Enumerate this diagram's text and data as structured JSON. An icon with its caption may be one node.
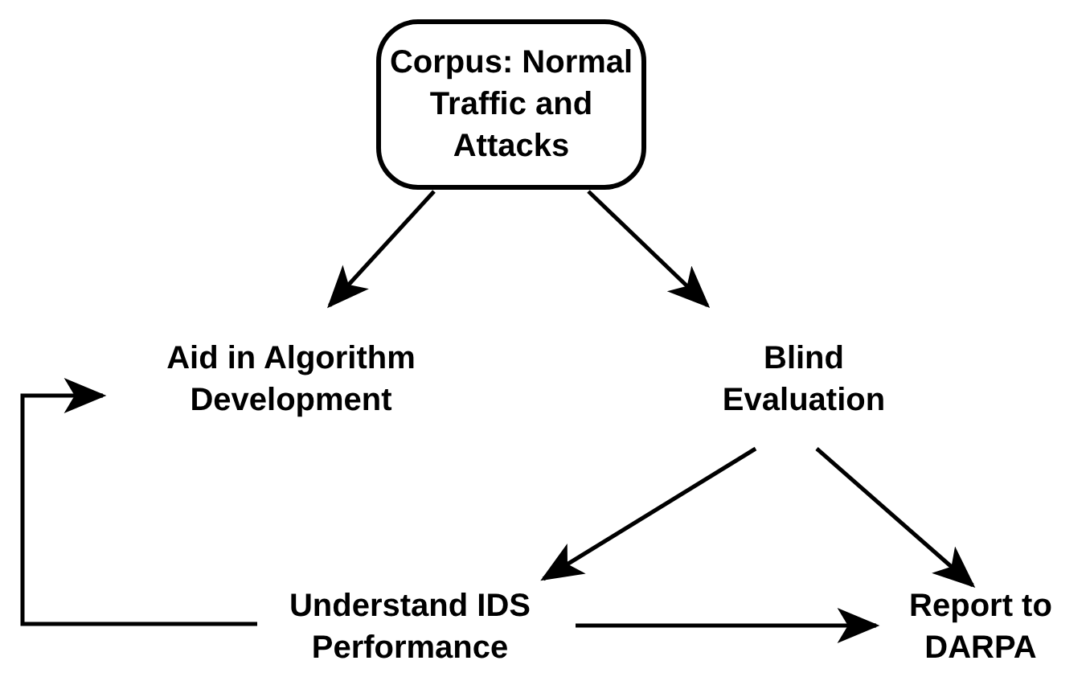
{
  "diagram": {
    "nodes": [
      {
        "text": [
          "Corpus: Normal Traffic and Attacks"
        ]
      },
      {
        "text": [
          "Aid in Algorithm Development"
        ]
      },
      {
        "text": [
          "Blind Evaluation"
        ]
      },
      {
        "text": [
          "Understand IDS Performance"
        ]
      },
      {
        "text": [
          "Report to DARPA"
        ]
      }
    ],
    "edges": [
      {
        "from": 0,
        "to": 1,
        "arrow": "to"
      },
      {
        "from": 0,
        "to": 2,
        "arrow": "to"
      },
      {
        "from": 2,
        "to": 3,
        "arrow": "to"
      },
      {
        "from": 2,
        "to": 4,
        "arrow": "to"
      },
      {
        "from": 3,
        "to": 4,
        "arrow": "to"
      },
      {
        "from": 3,
        "to": 1,
        "arrow": "to"
      }
    ]
  }
}
